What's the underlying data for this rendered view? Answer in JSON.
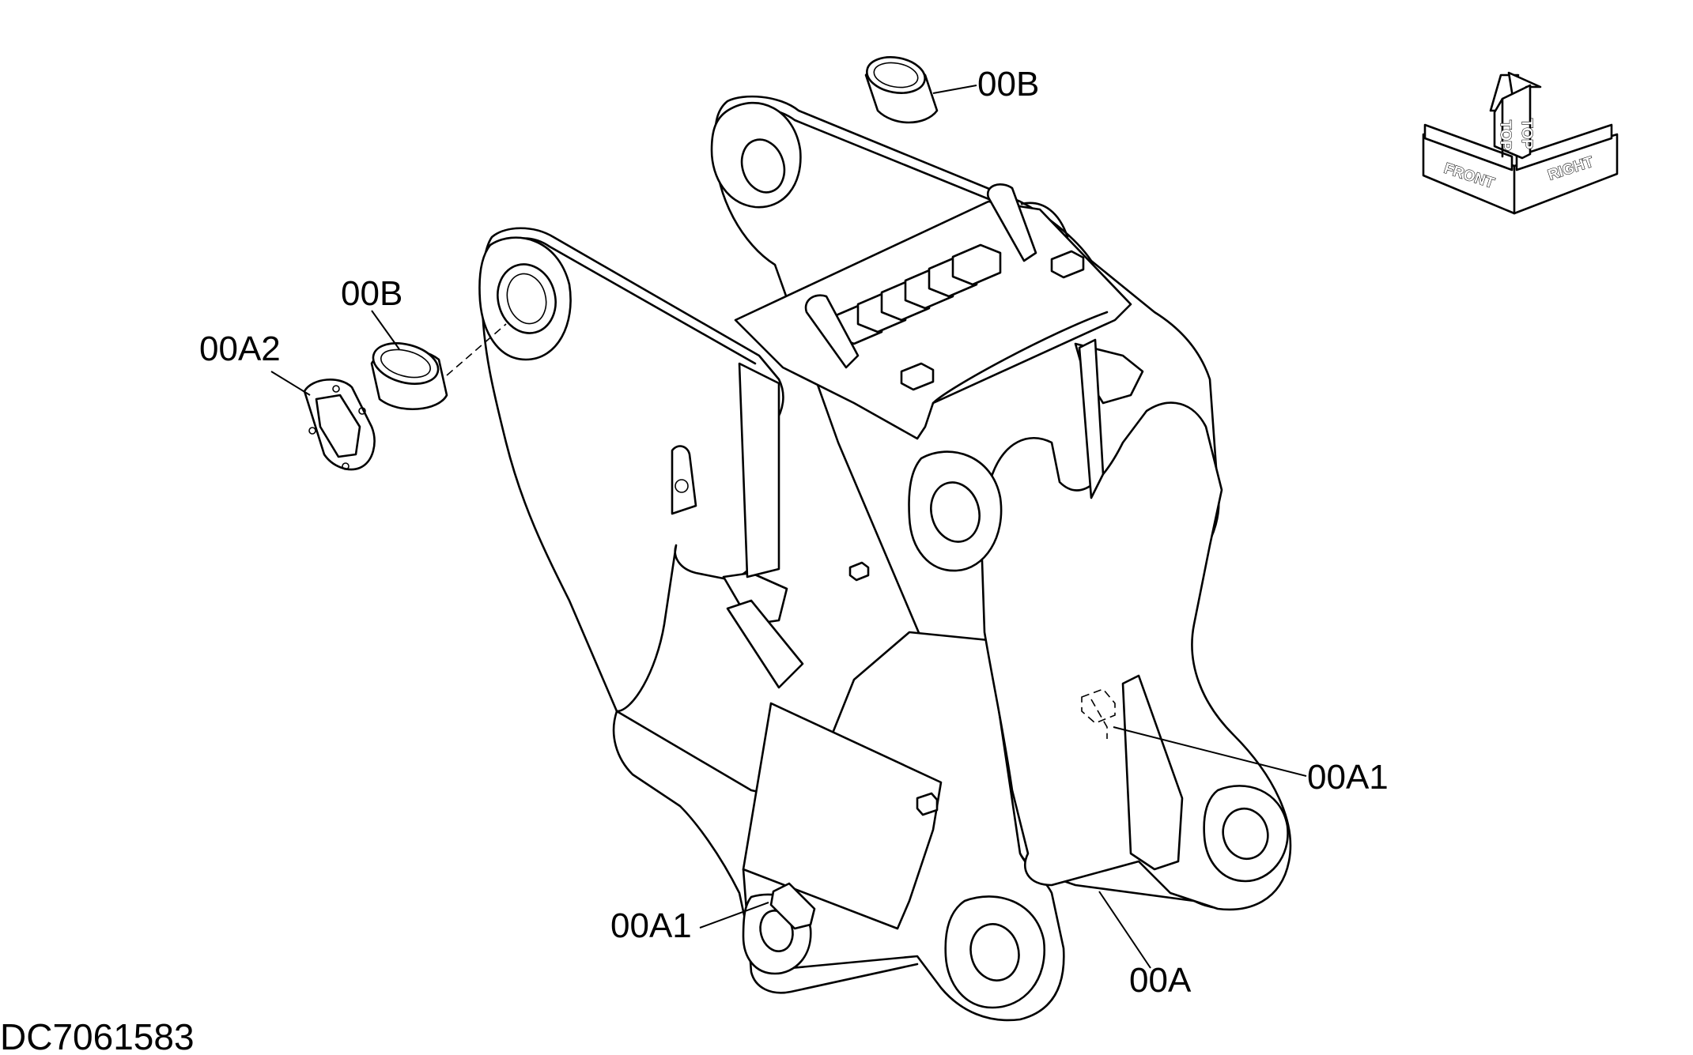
{
  "callouts": {
    "bushing_top": "00B",
    "bushing_left": "00B",
    "plate_left": "00A2",
    "bracket_right": "00A1",
    "bracket_bottom": "00A1",
    "frame": "00A"
  },
  "document_number": "DC7061583",
  "orientation": {
    "front": "FRONT",
    "top_left": "TOP",
    "top_right": "TOP",
    "right": "RIGHT"
  }
}
